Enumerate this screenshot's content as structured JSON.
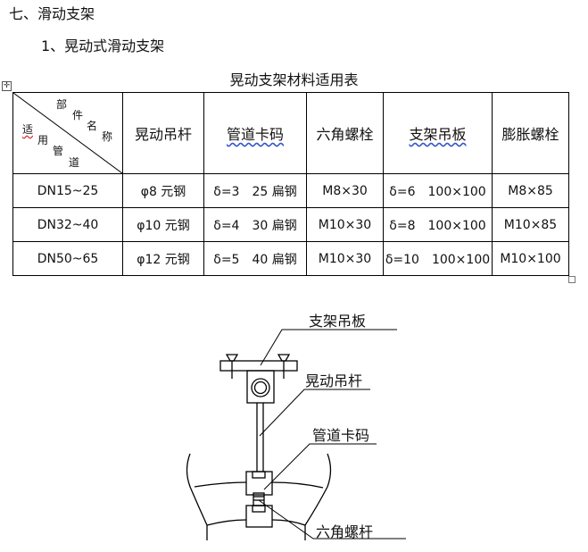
{
  "heading": "七、滑动支架",
  "subheading": "1、晃动式滑动支架",
  "table": {
    "caption": "晃动支架材料适用表",
    "corner": [
      "部",
      "件",
      "名",
      "称",
      "适",
      "用",
      "管",
      "道"
    ],
    "headers": [
      "晃动吊杆",
      "管道卡码",
      "六角螺栓",
      "支架吊板",
      "膨胀螺栓"
    ],
    "rows": [
      [
        "DN15~25",
        "φ8 元钢",
        "δ=3　25 扁钢",
        "M8×30",
        "δ=6　100×100",
        "M8×85"
      ],
      [
        "DN32~40",
        "φ10 元钢",
        "δ=4　30 扁钢",
        "M10×30",
        "δ=8　100×100",
        "M10×85"
      ],
      [
        "DN50~65",
        "φ12 元钢",
        "δ=5　40 扁钢",
        "M10×30",
        "δ=10　100×100",
        "M10×100"
      ]
    ]
  },
  "drawing": {
    "labels": [
      "支架吊板",
      "晃动吊杆",
      "管道卡码",
      "六角螺杆"
    ]
  },
  "icons": [
    "table-move-handle-icon",
    "table-resize-handle-icon"
  ]
}
